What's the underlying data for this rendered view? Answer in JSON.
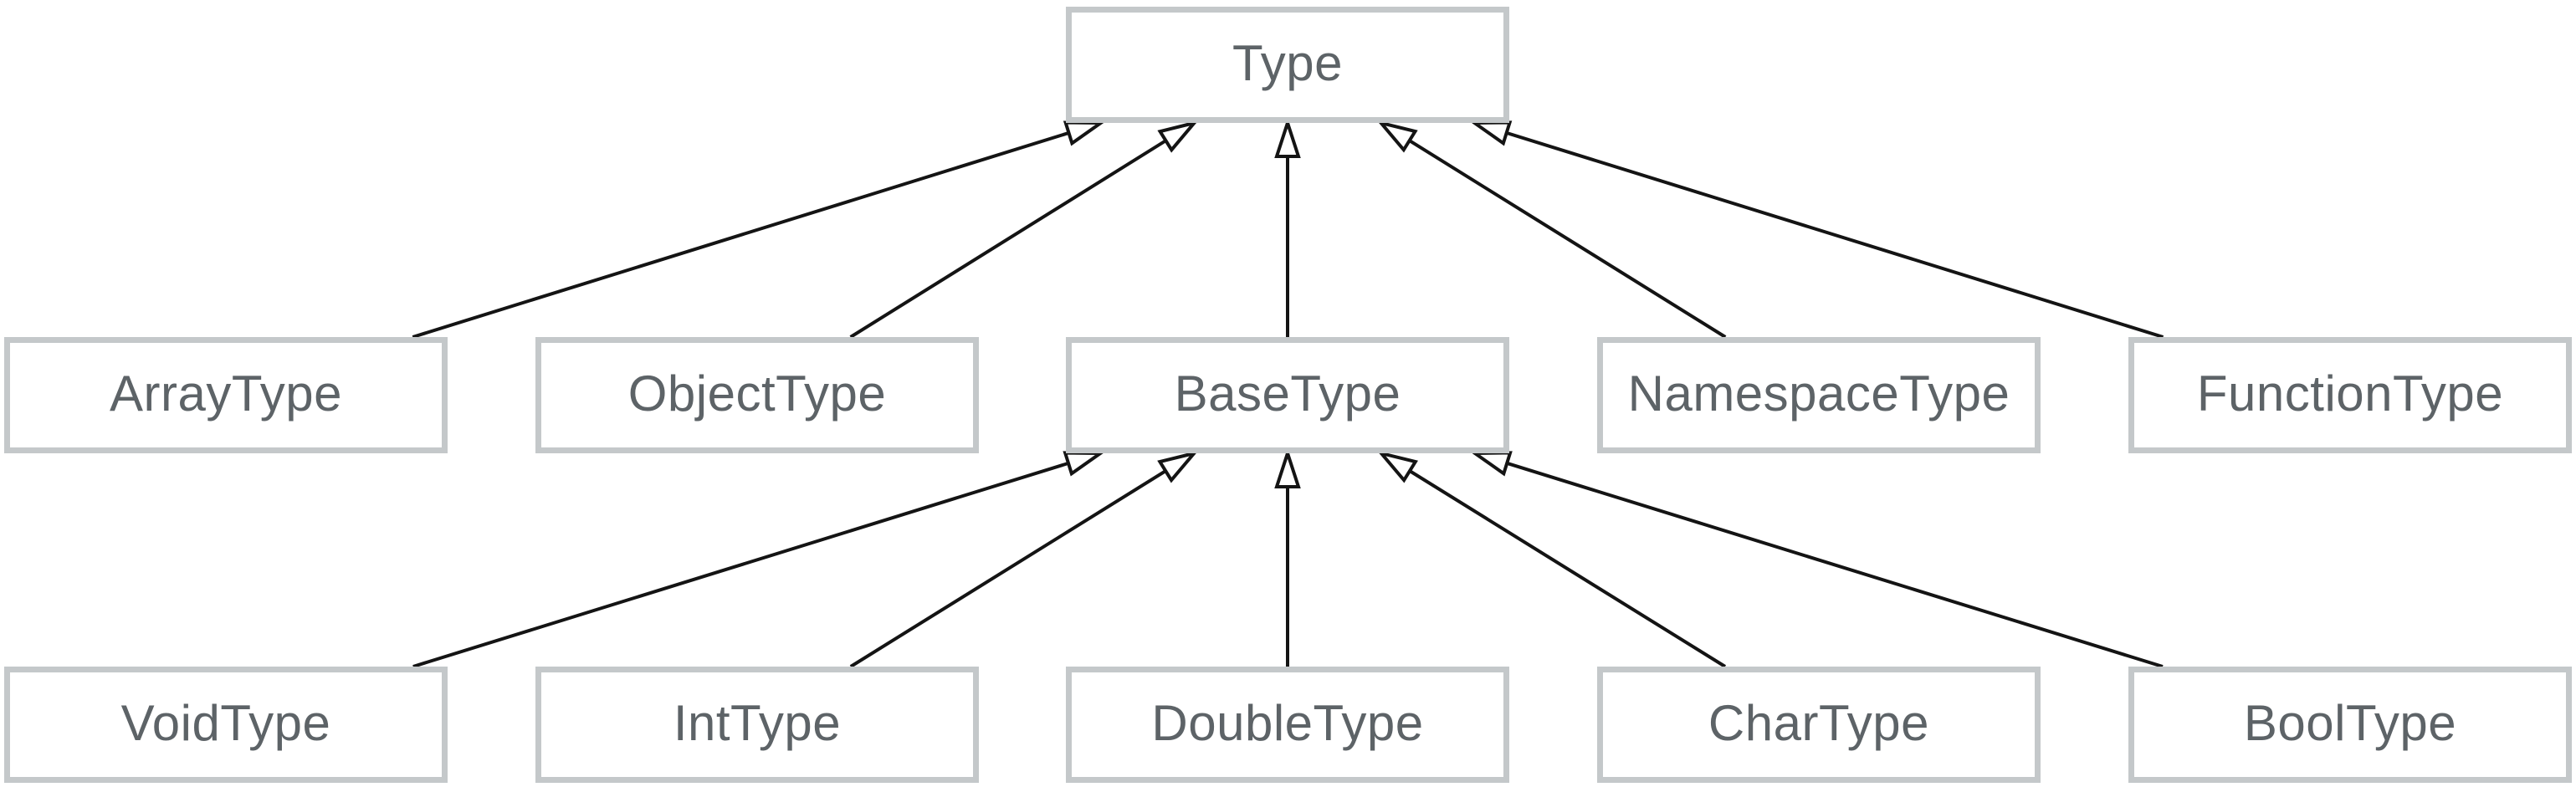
{
  "diagram": {
    "type": "class-hierarchy",
    "background": "#ffffff",
    "box_style": {
      "fill": "#ffffff",
      "border_color": "#c4c8ca",
      "label_color": "#5d6367"
    },
    "arrow_style": {
      "color": "#141414",
      "head": "hollow-triangle",
      "meaning": "generalization"
    },
    "nodes": [
      {
        "id": "Type",
        "label": "Type",
        "row": 0,
        "col": 2
      },
      {
        "id": "ArrayType",
        "label": "ArrayType",
        "row": 1,
        "col": 0
      },
      {
        "id": "ObjectType",
        "label": "ObjectType",
        "row": 1,
        "col": 1
      },
      {
        "id": "BaseType",
        "label": "BaseType",
        "row": 1,
        "col": 2
      },
      {
        "id": "NamespaceType",
        "label": "NamespaceType",
        "row": 1,
        "col": 3
      },
      {
        "id": "FunctionType",
        "label": "FunctionType",
        "row": 1,
        "col": 4
      },
      {
        "id": "VoidType",
        "label": "VoidType",
        "row": 2,
        "col": 0
      },
      {
        "id": "IntType",
        "label": "IntType",
        "row": 2,
        "col": 1
      },
      {
        "id": "DoubleType",
        "label": "DoubleType",
        "row": 2,
        "col": 2
      },
      {
        "id": "CharType",
        "label": "CharType",
        "row": 2,
        "col": 3
      },
      {
        "id": "BoolType",
        "label": "BoolType",
        "row": 2,
        "col": 4
      }
    ],
    "edges": [
      {
        "from": "ArrayType",
        "to": "Type"
      },
      {
        "from": "ObjectType",
        "to": "Type"
      },
      {
        "from": "BaseType",
        "to": "Type"
      },
      {
        "from": "NamespaceType",
        "to": "Type"
      },
      {
        "from": "FunctionType",
        "to": "Type"
      },
      {
        "from": "VoidType",
        "to": "BaseType"
      },
      {
        "from": "IntType",
        "to": "BaseType"
      },
      {
        "from": "DoubleType",
        "to": "BaseType"
      },
      {
        "from": "CharType",
        "to": "BaseType"
      },
      {
        "from": "BoolType",
        "to": "BaseType"
      }
    ]
  }
}
